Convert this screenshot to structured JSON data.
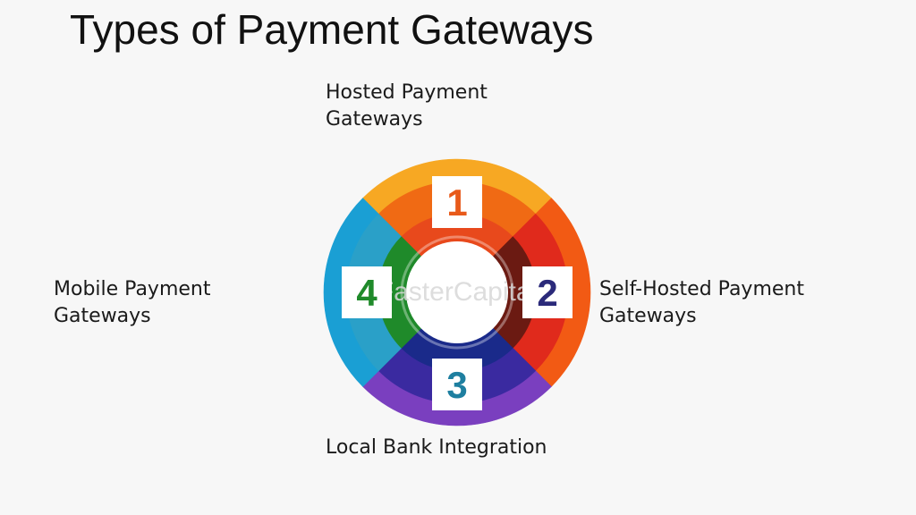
{
  "title": "Types of Payment Gateways",
  "watermark": "FasterCapital",
  "segments": [
    {
      "number": "1",
      "label_lines": [
        "Hosted Payment",
        "Gateways"
      ],
      "number_color": "#e85a1a"
    },
    {
      "number": "2",
      "label_lines": [
        "Self-Hosted Payment",
        "Gateways"
      ],
      "number_color": "#2b2a7a"
    },
    {
      "number": "3",
      "label_lines": [
        "Local Bank Integration"
      ],
      "number_color": "#1e7fa0"
    },
    {
      "number": "4",
      "label_lines": [
        "Mobile Payment",
        "Gateways"
      ],
      "number_color": "#1f8a2a"
    }
  ],
  "colors": {
    "background": "#f7f7f7",
    "segment_1": [
      "#f7a823",
      "#f06a14",
      "#e8491c"
    ],
    "segment_2": [
      "#f25a14",
      "#e02a1c",
      "#6b1a12"
    ],
    "segment_3": [
      "#7a3fbf",
      "#3a2aa0",
      "#1a2a8a"
    ],
    "segment_4": [
      "#1a9fd4",
      "#2aa0c8",
      "#1f8a2a"
    ]
  }
}
